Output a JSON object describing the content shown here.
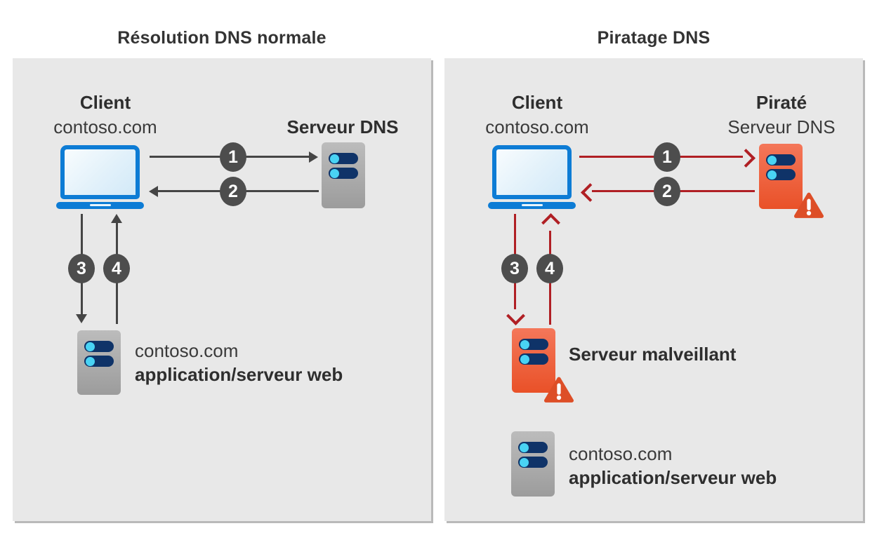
{
  "diagram": {
    "left": {
      "title": "Résolution DNS normale",
      "client": {
        "name": "Client",
        "domain": "contoso.com"
      },
      "dns_server_label": "Serveur DNS",
      "steps": [
        "1",
        "2",
        "3",
        "4"
      ],
      "web_server": {
        "line1": "contoso.com",
        "line2": "application/serveur web"
      }
    },
    "right": {
      "title": "Piratage DNS",
      "client": {
        "name": "Client",
        "domain": "contoso.com"
      },
      "hacked_dns": {
        "line1": "Piraté",
        "line2": "Serveur DNS"
      },
      "steps": [
        "1",
        "2",
        "3",
        "4"
      ],
      "malicious_server_label": "Serveur malveillant",
      "web_server": {
        "line1": "contoso.com",
        "line2": "application/serveur web"
      }
    },
    "colors": {
      "panel_background": "#e8e8e8",
      "arrow_gray": "#454545",
      "arrow_red": "#b01f24",
      "badge_gray": "#4d4d4d",
      "laptop_blue": "#0d7cd5",
      "server_gray": "#a9a9a9",
      "server_orange": "#e95128",
      "warning_orange": "#dd4e27",
      "slot_navy": "#0f3368",
      "slot_cyan": "#49d3f4",
      "text_dark": "#2e2e2e"
    }
  }
}
